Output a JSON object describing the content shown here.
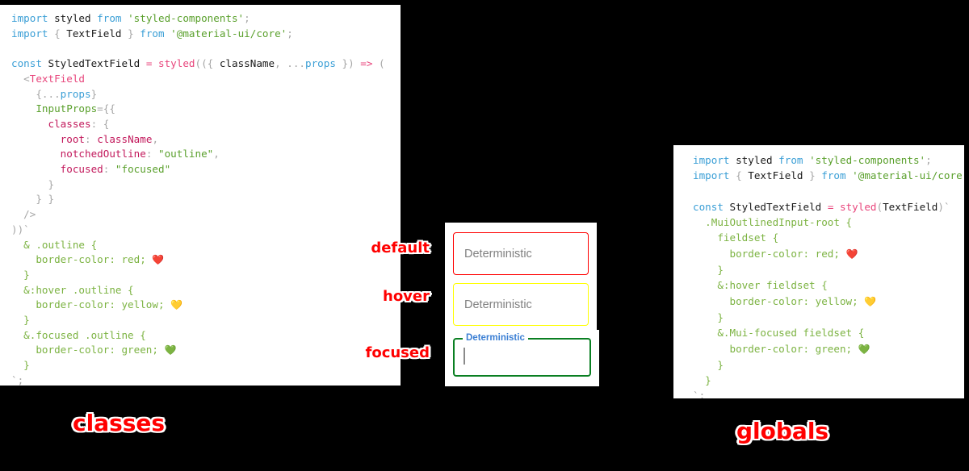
{
  "background_color": "#000000",
  "panels": {
    "classes": {
      "caption": "classes",
      "code_lines": [
        [
          {
            "text": "import ",
            "cls": "t-kw"
          },
          {
            "text": "styled ",
            "cls": "t-id"
          },
          {
            "text": "from ",
            "cls": "t-kw"
          },
          {
            "text": "'styled-components'",
            "cls": "t-str"
          },
          {
            "text": ";",
            "cls": "t-punc"
          }
        ],
        [
          {
            "text": "import ",
            "cls": "t-kw"
          },
          {
            "text": "{ ",
            "cls": "t-punc"
          },
          {
            "text": "TextField",
            "cls": "t-id"
          },
          {
            "text": " } ",
            "cls": "t-punc"
          },
          {
            "text": "from ",
            "cls": "t-kw"
          },
          {
            "text": "'@material-ui/core'",
            "cls": "t-str"
          },
          {
            "text": ";",
            "cls": "t-punc"
          }
        ],
        [],
        [
          {
            "text": "const ",
            "cls": "t-kw"
          },
          {
            "text": "StyledTextField ",
            "cls": "t-id"
          },
          {
            "text": "= ",
            "cls": "t-op"
          },
          {
            "text": "styled",
            "cls": "t-fn"
          },
          {
            "text": "(({ ",
            "cls": "t-punc"
          },
          {
            "text": "className",
            "cls": "t-id"
          },
          {
            "text": ", ",
            "cls": "t-punc"
          },
          {
            "text": "...",
            "cls": "t-punc"
          },
          {
            "text": "props",
            "cls": "t-var"
          },
          {
            "text": " }) ",
            "cls": "t-punc"
          },
          {
            "text": "=> ",
            "cls": "t-op"
          },
          {
            "text": "(",
            "cls": "t-punc"
          }
        ],
        [
          {
            "text": "  <",
            "cls": "t-punc"
          },
          {
            "text": "TextField",
            "cls": "t-fn"
          }
        ],
        [
          {
            "text": "    {...",
            "cls": "t-punc"
          },
          {
            "text": "props",
            "cls": "t-var"
          },
          {
            "text": "}",
            "cls": "t-punc"
          }
        ],
        [
          {
            "text": "    ",
            "cls": "t-punc"
          },
          {
            "text": "InputProps",
            "cls": "t-attr"
          },
          {
            "text": "={{",
            "cls": "t-punc"
          }
        ],
        [
          {
            "text": "      ",
            "cls": "t-punc"
          },
          {
            "text": "classes",
            "cls": "t-key"
          },
          {
            "text": ": {",
            "cls": "t-punc"
          }
        ],
        [
          {
            "text": "        ",
            "cls": "t-punc"
          },
          {
            "text": "root",
            "cls": "t-key"
          },
          {
            "text": ": ",
            "cls": "t-punc"
          },
          {
            "text": "className",
            "cls": "t-key"
          },
          {
            "text": ",",
            "cls": "t-punc"
          }
        ],
        [
          {
            "text": "        ",
            "cls": "t-punc"
          },
          {
            "text": "notchedOutline",
            "cls": "t-key"
          },
          {
            "text": ": ",
            "cls": "t-punc"
          },
          {
            "text": "\"outline\"",
            "cls": "t-str"
          },
          {
            "text": ",",
            "cls": "t-punc"
          }
        ],
        [
          {
            "text": "        ",
            "cls": "t-punc"
          },
          {
            "text": "focused",
            "cls": "t-key"
          },
          {
            "text": ": ",
            "cls": "t-punc"
          },
          {
            "text": "\"focused\"",
            "cls": "t-str"
          }
        ],
        [
          {
            "text": "      }",
            "cls": "t-punc"
          }
        ],
        [
          {
            "text": "    } }",
            "cls": "t-punc"
          }
        ],
        [
          {
            "text": "  />",
            "cls": "t-punc"
          }
        ],
        [
          {
            "text": "))",
            "cls": "t-punc"
          },
          {
            "text": "`",
            "cls": "t-tick"
          }
        ],
        [
          {
            "text": "  & .outline {",
            "cls": "t-css"
          }
        ],
        [
          {
            "text": "    border-color: red; ",
            "cls": "t-css"
          },
          {
            "text": "❤️",
            "cls": "emoji"
          }
        ],
        [
          {
            "text": "  }",
            "cls": "t-css"
          }
        ],
        [
          {
            "text": "  &:hover .outline {",
            "cls": "t-css"
          }
        ],
        [
          {
            "text": "    border-color: yellow; ",
            "cls": "t-css"
          },
          {
            "text": "💛",
            "cls": "emoji"
          }
        ],
        [
          {
            "text": "  }",
            "cls": "t-css"
          }
        ],
        [
          {
            "text": "  &.focused .outline {",
            "cls": "t-css"
          }
        ],
        [
          {
            "text": "    border-color: green; ",
            "cls": "t-css"
          },
          {
            "text": "💚",
            "cls": "emoji"
          }
        ],
        [
          {
            "text": "  }",
            "cls": "t-css"
          }
        ],
        [
          {
            "text": "`",
            "cls": "t-tick"
          },
          {
            "text": ";",
            "cls": "t-punc"
          }
        ]
      ]
    },
    "globals": {
      "caption": "globals",
      "code_lines": [
        [
          {
            "text": "import ",
            "cls": "t-kw"
          },
          {
            "text": "styled ",
            "cls": "t-id"
          },
          {
            "text": "from ",
            "cls": "t-kw"
          },
          {
            "text": "'styled-components'",
            "cls": "t-str"
          },
          {
            "text": ";",
            "cls": "t-punc"
          }
        ],
        [
          {
            "text": "import ",
            "cls": "t-kw"
          },
          {
            "text": "{ ",
            "cls": "t-punc"
          },
          {
            "text": "TextField",
            "cls": "t-id"
          },
          {
            "text": " } ",
            "cls": "t-punc"
          },
          {
            "text": "from ",
            "cls": "t-kw"
          },
          {
            "text": "'@material-ui/core'",
            "cls": "t-str"
          },
          {
            "text": ";",
            "cls": "t-punc"
          }
        ],
        [],
        [
          {
            "text": "const ",
            "cls": "t-kw"
          },
          {
            "text": "StyledTextField ",
            "cls": "t-id"
          },
          {
            "text": "= ",
            "cls": "t-op"
          },
          {
            "text": "styled",
            "cls": "t-fn"
          },
          {
            "text": "(",
            "cls": "t-punc"
          },
          {
            "text": "TextField",
            "cls": "t-id"
          },
          {
            "text": ")",
            "cls": "t-punc"
          },
          {
            "text": "`",
            "cls": "t-tick"
          }
        ],
        [
          {
            "text": "  .MuiOutlinedInput-root {",
            "cls": "t-css"
          }
        ],
        [
          {
            "text": "    fieldset {",
            "cls": "t-css"
          }
        ],
        [
          {
            "text": "      border-color: red; ",
            "cls": "t-css"
          },
          {
            "text": "❤️",
            "cls": "emoji"
          }
        ],
        [
          {
            "text": "    }",
            "cls": "t-css"
          }
        ],
        [
          {
            "text": "    &:hover fieldset {",
            "cls": "t-css"
          }
        ],
        [
          {
            "text": "      border-color: yellow; ",
            "cls": "t-css"
          },
          {
            "text": "💛",
            "cls": "emoji"
          }
        ],
        [
          {
            "text": "    }",
            "cls": "t-css"
          }
        ],
        [
          {
            "text": "    &.Mui-focused fieldset {",
            "cls": "t-css"
          }
        ],
        [
          {
            "text": "      border-color: green; ",
            "cls": "t-css"
          },
          {
            "text": "💚",
            "cls": "emoji"
          }
        ],
        [
          {
            "text": "    }",
            "cls": "t-css"
          }
        ],
        [
          {
            "text": "  }",
            "cls": "t-css"
          }
        ],
        [
          {
            "text": "`",
            "cls": "t-tick"
          },
          {
            "text": ";",
            "cls": "t-punc"
          }
        ]
      ]
    }
  },
  "demo": {
    "states": [
      {
        "annotation": "default",
        "placeholder": "Deterministic",
        "border_color": "#ff0000",
        "label": null
      },
      {
        "annotation": "hover",
        "placeholder": "Deterministic",
        "border_color": "#ffff00",
        "label": null
      },
      {
        "annotation": "focused",
        "placeholder": "",
        "border_color": "#0a7f22",
        "label": "Deterministic",
        "label_color": "#3b7fd4"
      }
    ]
  },
  "colors": {
    "red": "#ff0000",
    "yellow": "#ffff00",
    "green": "#0a7f22",
    "label_blue": "#3b7fd4",
    "annotation_red": "#ff0000",
    "annotation_stroke": "#ffffff"
  }
}
